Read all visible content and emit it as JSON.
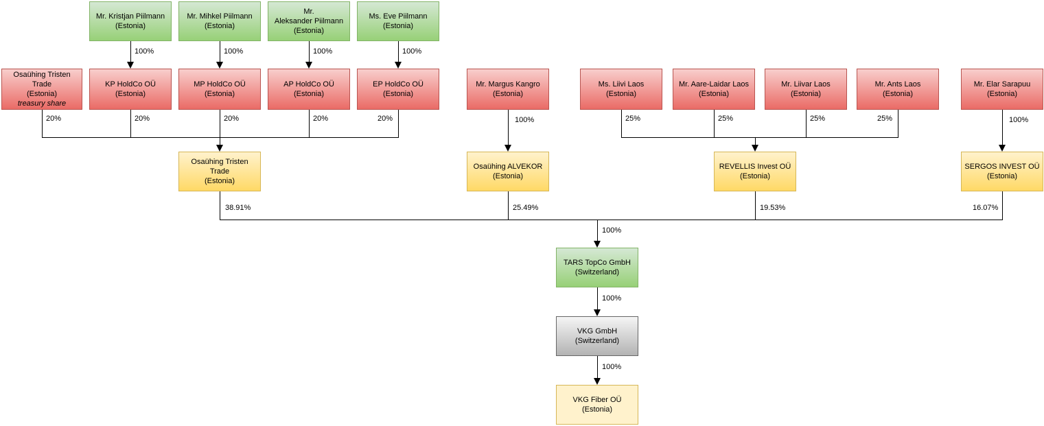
{
  "diagram": {
    "type": "ownership-structure-chart",
    "colors": {
      "green_top": "#d5e8d4",
      "green_bottom": "#97d077",
      "green_border": "#82b366",
      "red_top": "#f8cecc",
      "red_bottom": "#ea6b66",
      "red_border": "#b85450",
      "yellow_top": "#fff2cc",
      "yellow_bottom": "#ffd966",
      "yellow_border": "#d6b656",
      "gray_top": "#f5f5f5",
      "gray_bottom": "#b3b3b3",
      "gray_border": "#666666",
      "flat_yellow_fill": "#fff2cc",
      "flat_yellow_border": "#d6b656",
      "line_color": "#000000",
      "text_color": "#000000"
    },
    "nodes": {
      "kristjan": {
        "name": "Mr. Kristjan Piilmann",
        "country": "(Estonia)"
      },
      "mihkel": {
        "name": "Mr. Mihkel Piilmann",
        "country": "(Estonia)"
      },
      "aleksander": {
        "name": "Mr.\nAleksander Piilmann",
        "country": "(Estonia)"
      },
      "eve": {
        "name": "Ms. Eve Piilmann",
        "country": "(Estonia)"
      },
      "tristen_treasury": {
        "name": "Osaühing Tristen Trade",
        "country": "(Estonia)",
        "note": "treasury share"
      },
      "kp": {
        "name": "KP HoldCo OÜ",
        "country": "(Estonia)"
      },
      "mp": {
        "name": "MP HoldCo OÜ",
        "country": "(Estonia)"
      },
      "ap": {
        "name": "AP HoldCo OÜ",
        "country": "(Estonia)"
      },
      "ep": {
        "name": "EP HoldCo OÜ",
        "country": "(Estonia)"
      },
      "kangro": {
        "name": "Mr. Margus Kangro",
        "country": "(Estonia)"
      },
      "liivi": {
        "name": "Ms. Liivi Laos",
        "country": "(Estonia)"
      },
      "aare": {
        "name": "Mr. Aare-Laidar Laos",
        "country": "(Estonia)"
      },
      "liivar": {
        "name": "Mr. Liivar Laos",
        "country": "(Estonia)"
      },
      "ants": {
        "name": "Mr. Ants Laos",
        "country": "(Estonia)"
      },
      "elar": {
        "name": "Mr. Elar Sarapuu",
        "country": "(Estonia)"
      },
      "tristen": {
        "name": "Osaühing Tristen Trade",
        "country": "(Estonia)"
      },
      "alvekor": {
        "name": "Osaühing ALVEKOR",
        "country": "(Estonia)"
      },
      "revellis": {
        "name": "REVELLIS Invest OÜ",
        "country": "(Estonia)"
      },
      "sergos": {
        "name": "SERGOS INVEST OÜ",
        "country": "(Estonia)"
      },
      "tars": {
        "name": "TARS TopCo GmbH",
        "country": "(Switzerland)"
      },
      "vkg": {
        "name": "VKG GmbH",
        "country": "(Switzerland)"
      },
      "vkg_fiber": {
        "name": "VKG Fiber OÜ",
        "country": "(Estonia)"
      }
    },
    "edges": {
      "kristjan_kp": "100%",
      "mihkel_mp": "100%",
      "aleksander_ap": "100%",
      "eve_ep": "100%",
      "treasury_tristen": "20%",
      "kp_tristen": "20%",
      "mp_tristen": "20%",
      "ap_tristen": "20%",
      "ep_tristen": "20%",
      "kangro_alvekor": "100%",
      "liivi_revellis": "25%",
      "aare_revellis": "25%",
      "liivar_revellis": "25%",
      "ants_revellis": "25%",
      "elar_sergos": "100%",
      "tristen_tars": "38.91%",
      "alvekor_tars": "25.49%",
      "revellis_tars": "19.53%",
      "sergos_tars": "16.07%",
      "combined_tars": "100%",
      "tars_vkg": "100%",
      "vkg_fiber": "100%"
    }
  }
}
